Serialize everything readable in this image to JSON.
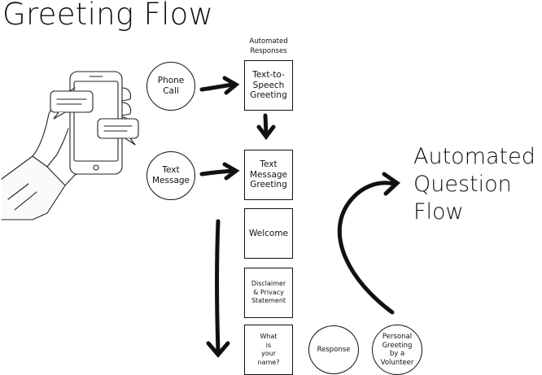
{
  "title": "Greeting Flow",
  "automated_responses_label": [
    "Automated",
    "Responses"
  ],
  "question_flow_label": [
    "Automated",
    "Question",
    "Flow"
  ],
  "inputs": [
    {
      "label": "Phone\nCall"
    },
    {
      "label": "Text\nMessage"
    }
  ],
  "automated_boxes": [
    {
      "label": "Text-to-\nSpeech\nGreeting"
    },
    {
      "label": "Text\nMessage\nGreeting"
    },
    {
      "label": "Welcome"
    },
    {
      "label": "Disclaimer\n& Privacy\nStatement"
    },
    {
      "label": "What\nis\nyour\nname?"
    }
  ],
  "response_nodes": [
    {
      "label": "Response"
    },
    {
      "label": "Personal\nGreeting\nby a\nVolunteer"
    }
  ]
}
